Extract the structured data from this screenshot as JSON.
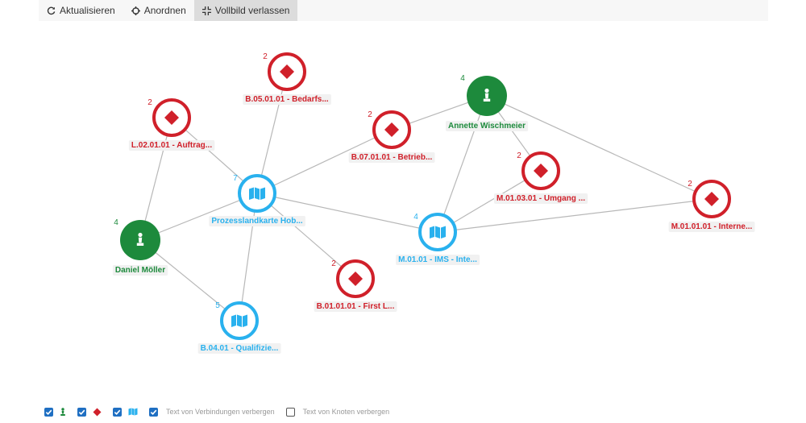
{
  "toolbar": {
    "refresh_label": "Aktualisieren",
    "arrange_label": "Anordnen",
    "exit_fullscreen_label": "Vollbild verlassen"
  },
  "colors": {
    "red": "#d0202a",
    "green": "#1d8a3c",
    "blue": "#29b1ee",
    "edge": "#b8b8b8"
  },
  "graph": {
    "nodes": [
      {
        "id": "b0501",
        "type": "risk",
        "label": "B.05.01.01 - Bedarfs...",
        "count": "2"
      },
      {
        "id": "l0201",
        "type": "risk",
        "label": "L.02.01.01 - Auftrag...",
        "count": "2"
      },
      {
        "id": "b0701",
        "type": "risk",
        "label": "B.07.01.01 - Betrieb...",
        "count": "2"
      },
      {
        "id": "annette",
        "type": "person",
        "label": "Annette Wischmeier",
        "count": "4"
      },
      {
        "id": "m0103",
        "type": "risk",
        "label": "M.01.03.01 - Umgang ...",
        "count": "2"
      },
      {
        "id": "m0101r",
        "type": "risk",
        "label": "M.01.01.01 - Interne...",
        "count": "2"
      },
      {
        "id": "prozess",
        "type": "map",
        "label": "Prozesslandkarte Hob...",
        "count": "7"
      },
      {
        "id": "daniel",
        "type": "person",
        "label": "Daniel Möller",
        "count": "4"
      },
      {
        "id": "m0101",
        "type": "map",
        "label": "M.01.01 - IMS - Inte...",
        "count": "4"
      },
      {
        "id": "b0101",
        "type": "risk",
        "label": "B.01.01.01 - First L...",
        "count": "2"
      },
      {
        "id": "b0401",
        "type": "map",
        "label": "B.04.01 - Qualifizie...",
        "count": "5"
      }
    ],
    "edges": [
      [
        "prozess",
        "b0501"
      ],
      [
        "prozess",
        "l0201"
      ],
      [
        "prozess",
        "b0701"
      ],
      [
        "prozess",
        "daniel"
      ],
      [
        "prozess",
        "m0101"
      ],
      [
        "prozess",
        "b0101"
      ],
      [
        "prozess",
        "b0401"
      ],
      [
        "l0201",
        "daniel"
      ],
      [
        "daniel",
        "b0401"
      ],
      [
        "b0701",
        "annette"
      ],
      [
        "annette",
        "m0103"
      ],
      [
        "annette",
        "m0101r"
      ],
      [
        "annette",
        "m0101"
      ],
      [
        "m0103",
        "m0101"
      ],
      [
        "m0101",
        "m0101r"
      ]
    ]
  },
  "legend": {
    "items": [
      {
        "symbol": "person-icon",
        "checked": true
      },
      {
        "symbol": "diamond-icon",
        "checked": true
      },
      {
        "symbol": "map-icon",
        "checked": true
      }
    ],
    "hide_edge_text_label": "Text von Verbindungen verbergen",
    "hide_node_text_label": "Text von Knoten verbergen"
  }
}
